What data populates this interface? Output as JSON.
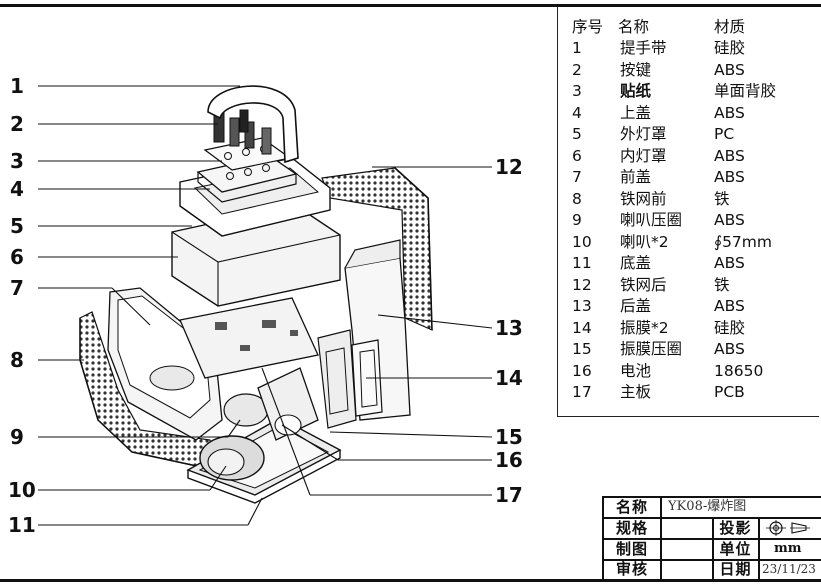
{
  "parts_list": {
    "headers": {
      "no": "序号",
      "name": "名称",
      "material": "材质"
    },
    "items": [
      {
        "no": "1",
        "name": "提手带",
        "material": "硅胶"
      },
      {
        "no": "2",
        "name": "按键",
        "material": "ABS"
      },
      {
        "no": "3",
        "name": "贴纸",
        "material": "单面背胶"
      },
      {
        "no": "4",
        "name": "上盖",
        "material": "ABS"
      },
      {
        "no": "5",
        "name": "外灯罩",
        "material": "PC"
      },
      {
        "no": "6",
        "name": "内灯罩",
        "material": "ABS"
      },
      {
        "no": "7",
        "name": "前盖",
        "material": "ABS"
      },
      {
        "no": "8",
        "name": "铁网前",
        "material": "铁"
      },
      {
        "no": "9",
        "name": "喇叭压圈",
        "material": "ABS"
      },
      {
        "no": "10",
        "name": "喇叭*2",
        "material": "∮57mm"
      },
      {
        "no": "11",
        "name": "底盖",
        "material": "ABS"
      },
      {
        "no": "12",
        "name": "铁网后",
        "material": "铁"
      },
      {
        "no": "13",
        "name": "后盖",
        "material": "ABS"
      },
      {
        "no": "14",
        "name": "振膜*2",
        "material": "硅胶"
      },
      {
        "no": "15",
        "name": "振膜压圈",
        "material": "ABS"
      },
      {
        "no": "16",
        "name": "电池",
        "material": "18650"
      },
      {
        "no": "17",
        "name": "主板",
        "material": "PCB"
      }
    ]
  },
  "callouts": {
    "left": [
      "1",
      "2",
      "3",
      "4",
      "5",
      "6",
      "7",
      "8",
      "9",
      "10",
      "11"
    ],
    "right": [
      "12",
      "13",
      "14",
      "15",
      "16",
      "17"
    ]
  },
  "title_block": {
    "name_label": "名称",
    "name_value": "YK08-爆炸图",
    "spec_label": "规格",
    "projection_label": "投影",
    "drawn_label": "制图",
    "unit_label": "单位",
    "unit_value": "mm",
    "review_label": "审核",
    "date_label": "日期",
    "date_value": "23/11/23"
  },
  "colors": {
    "line": "#111111",
    "mesh": "#333333",
    "part_fill": "#f4f4f4"
  }
}
